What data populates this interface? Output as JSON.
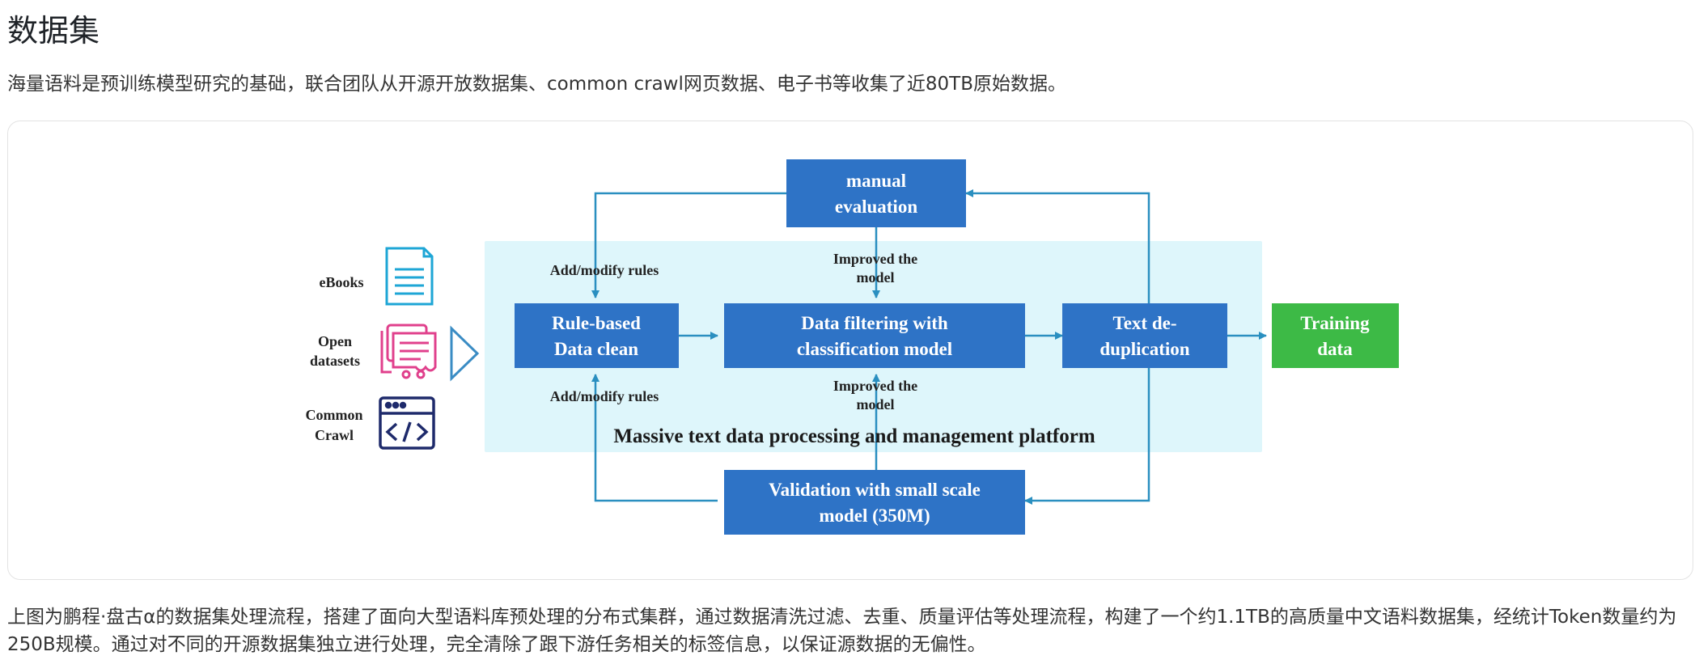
{
  "heading": "数据集",
  "intro": "海量语料是预训练模型研究的基础，联合团队从开源开放数据集、common crawl网页数据、电子书等收集了近80TB原始数据。",
  "diagram": {
    "sources": {
      "ebooks": "eBooks",
      "open_datasets_line1": "Open",
      "open_datasets_line2": "datasets",
      "common_crawl_line1": "Common",
      "common_crawl_line2": "Crawl"
    },
    "platform_label": "Massive text data processing and management platform",
    "nodes": {
      "manual_eval_line1": "manual",
      "manual_eval_line2": "evaluation",
      "rule_based_line1": "Rule-based",
      "rule_based_line2": "Data clean",
      "filtering_line1": "Data filtering with",
      "filtering_line2": "classification model",
      "dedup_line1": "Text de-",
      "dedup_line2": "duplication",
      "training_line1": "Training",
      "training_line2": "data",
      "validation_line1": "Validation with small scale",
      "validation_line2": "model (350M)"
    },
    "edge_labels": {
      "add_modify_top": "Add/modify rules",
      "add_modify_bottom": "Add/modify rules",
      "improved_top_line1": "Improved the",
      "improved_top_line2": "model",
      "improved_bottom_line1": "Improved the",
      "improved_bottom_line2": "model"
    },
    "colors": {
      "node_blue": "#2e73c6",
      "node_green": "#3dba46",
      "platform_bg": "#def6fb",
      "arrow": "#2a8fc0",
      "ebook_icon": "#1ea6d6",
      "dataset_icon": "#e0408c",
      "crawl_icon": "#1e2a6b"
    }
  },
  "caption": "上图为鹏程·盘古α的数据集处理流程，搭建了面向大型语料库预处理的分布式集群，通过数据清洗过滤、去重、质量评估等处理流程，构建了一个约1.1TB的高质量中文语料数据集，经统计Token数量约为250B规模。通过对不同的开源数据集独立进行处理，完全清除了跟下游任务相关的标签信息，以保证源数据的无偏性。"
}
